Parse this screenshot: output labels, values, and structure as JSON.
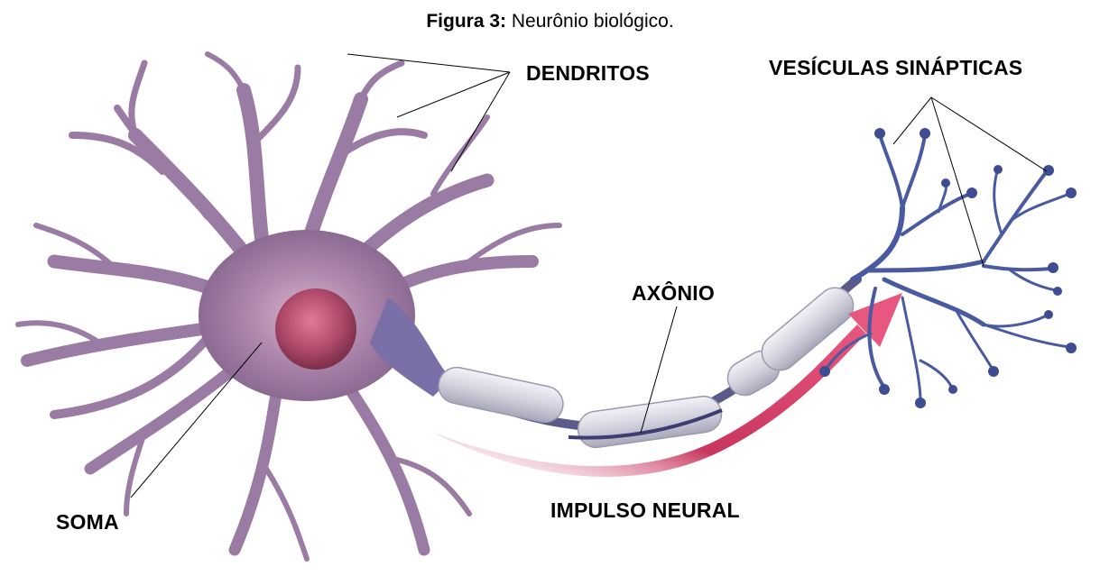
{
  "caption": {
    "prefix": "Figura 3:",
    "text": " Neurônio biológico."
  },
  "labels": {
    "dendritos": "DENDRITOS",
    "vesiculas": "VESÍCULAS SINÁPTICAS",
    "axonio": "AXÔNIO",
    "soma": "SOMA",
    "impulso": "IMPULSO NEURAL"
  },
  "colors": {
    "soma_body": "#9c7fa6",
    "dendrite": "#a88aae",
    "nucleus": "#b04a6a",
    "myelin": "#d9d9e2",
    "axon_terminal": "#4a5aa0",
    "impulse_arrow": "#d8406a"
  }
}
